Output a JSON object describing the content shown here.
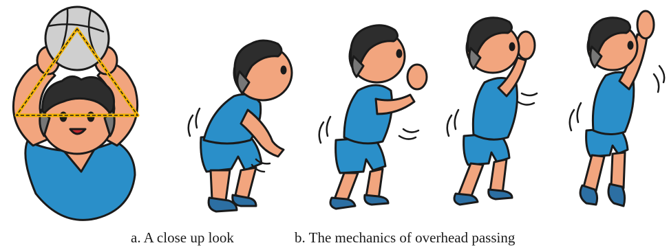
{
  "captions": {
    "a": "a. A close up look",
    "b": "b. The mechanics of overhead passing"
  },
  "colors": {
    "shirt": "#2a8fc9",
    "skin": "#f2a57e",
    "hair": "#2d2d2d",
    "hair_grey": "#777777",
    "ball": "#cfcfcf",
    "triangle": "#f2b400",
    "shoes": "#2c6fa3",
    "outline": "#1a1a1a"
  },
  "figures": [
    "close-up-player",
    "ready-stance",
    "hands-preparing",
    "arms-extending",
    "jump-release"
  ]
}
